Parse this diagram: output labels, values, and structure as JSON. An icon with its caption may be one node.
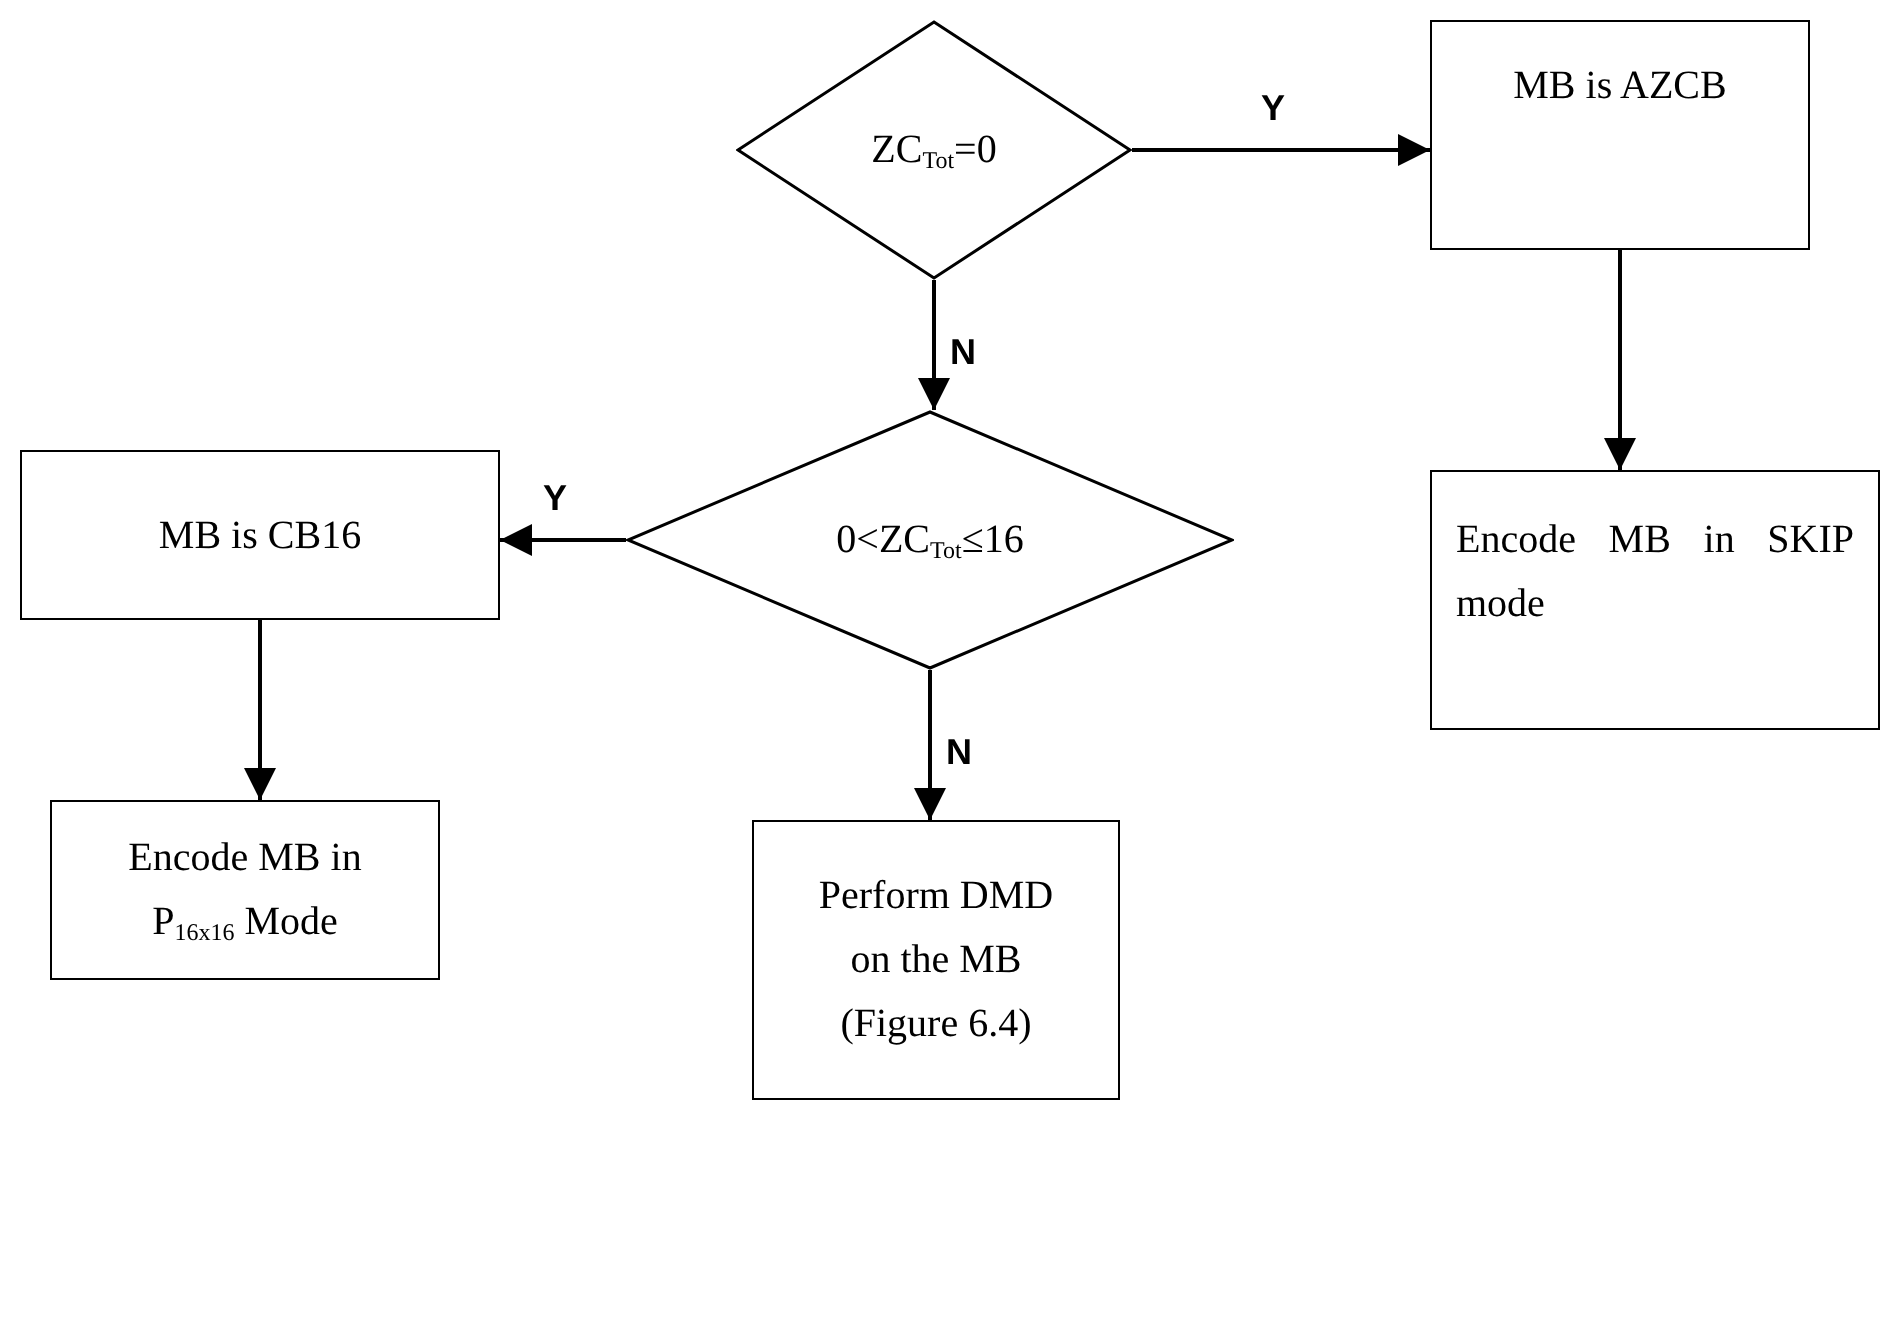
{
  "diagram": {
    "nodes": [
      {
        "text": [
          "ZC$_{Tot}$=0"
        ]
      },
      {
        "text": [
          "MB is AZCB"
        ]
      },
      {
        "text": [
          "0<ZC$_{Tot}$≤16"
        ]
      },
      {
        "text": [
          "MB is CB16"
        ]
      },
      {
        "text": [
          "Encode MB in SKIP mode"
        ]
      },
      {
        "text": [
          "Encode MB in P$_{16x16}$ Mode"
        ]
      },
      {
        "text": [
          "Perform DMD on the MB (Figure 6.4)"
        ]
      }
    ],
    "edges": [
      {
        "from": 0,
        "to": 1,
        "arrow": "to",
        "label": "Y"
      },
      {
        "from": 0,
        "to": 2,
        "arrow": "to",
        "label": "N"
      },
      {
        "from": 1,
        "to": 4,
        "arrow": "to"
      },
      {
        "from": 2,
        "to": 3,
        "arrow": "to",
        "label": "Y"
      },
      {
        "from": 3,
        "to": 5,
        "arrow": "to"
      },
      {
        "from": 2,
        "to": 6,
        "arrow": "to",
        "label": "N"
      }
    ]
  }
}
